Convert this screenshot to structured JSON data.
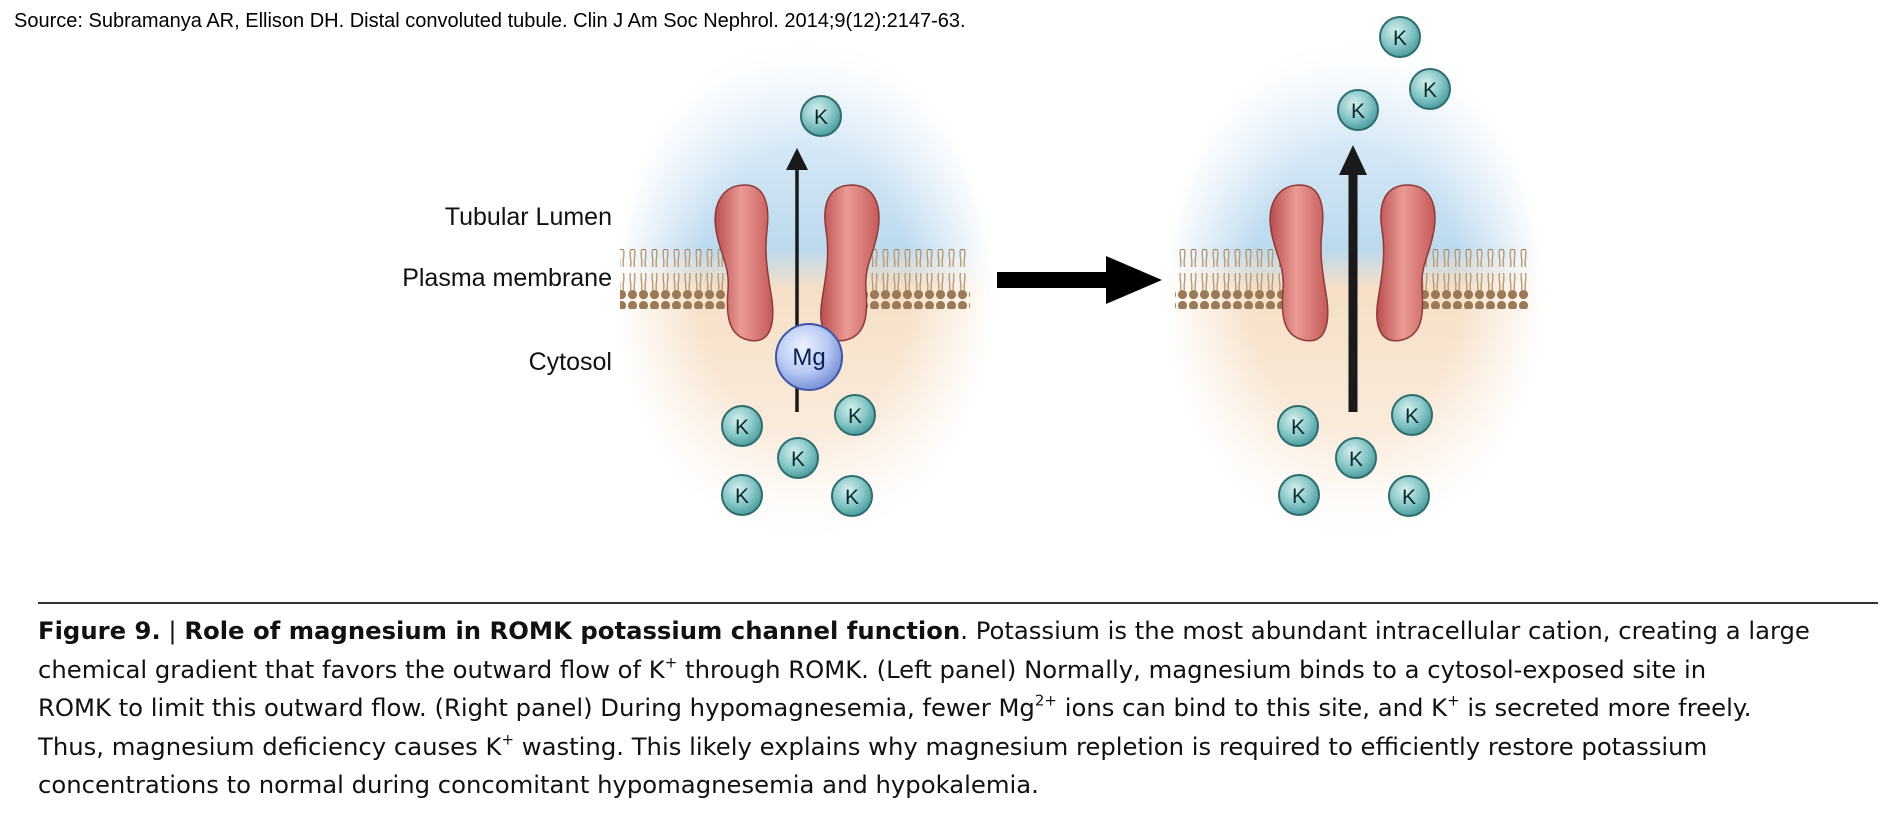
{
  "source": "Source: Subramanya AR, Ellison DH. Distal convoluted tubule. Clin J Am Soc Nephrol. 2014;9(12):2147-63.",
  "diagram": {
    "labels": {
      "lumen": "Tubular Lumen",
      "membrane": "Plasma membrane",
      "cytosol": "Cytosol"
    },
    "ion_k": "K",
    "ion_mg": "Mg",
    "colors": {
      "lumen": "#bcd9ee",
      "cytosol": "#f6dfc6",
      "channel": "#d9706f",
      "k_ion": "#7cc1c2",
      "mg_ion": "#b6c8f2",
      "lipid": "#9b7b57"
    }
  },
  "caption": {
    "figure_label": "Figure 9.",
    "separator": "|",
    "title": "Role of magnesium in ROMK potassium channel function",
    "t1": ". Potassium is the most abundant intracellular cation, creating a large",
    "t2a": "chemical gradient that favors the outward flow of K",
    "sup_plus": "+",
    "t2b": " through ROMK. (Left panel) Normally, magnesium binds to a cytosol-exposed site in",
    "t3a": "ROMK to limit this outward flow. (Right panel) During hypomagnesemia, fewer Mg",
    "sup_2plus": "2+",
    "t3b": " ions can bind to this site, and K",
    "t3c": " is secreted more freely.",
    "t4a": "Thus, magnesium deficiency causes K",
    "t4b": " wasting. This likely explains why magnesium repletion is required to efficiently restore potassium",
    "t5": "concentrations to normal during concomitant hypomagnesemia and hypokalemia."
  }
}
